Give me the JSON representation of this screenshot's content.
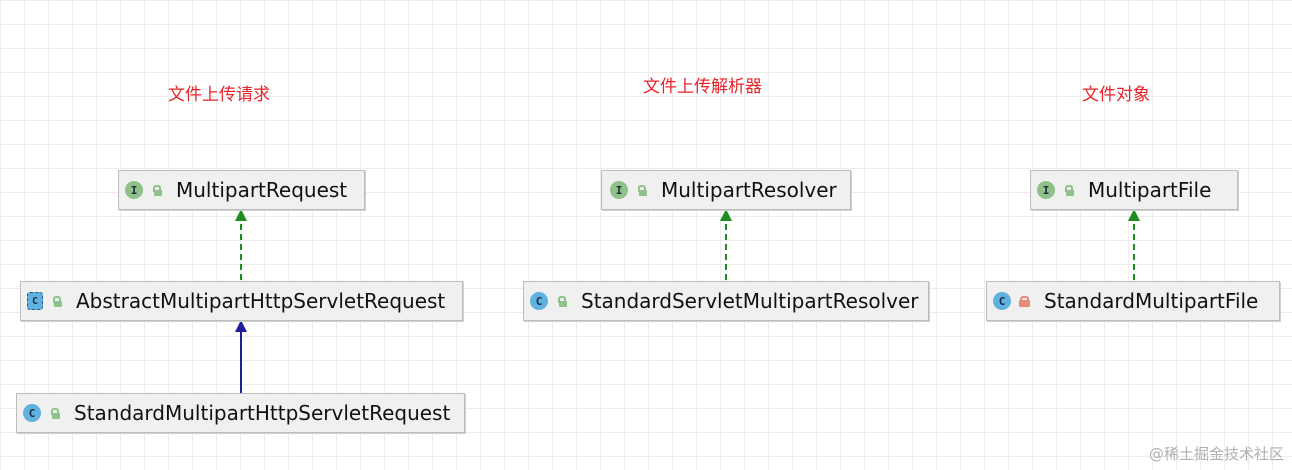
{
  "captions": {
    "request": "文件上传请求",
    "resolver": "文件上传解析器",
    "file": "文件对象"
  },
  "nodes": {
    "multipart_request": {
      "kind": "interface",
      "badge": "I",
      "visibility": "public",
      "label": "MultipartRequest"
    },
    "abstract_multipart_http_servlet_request": {
      "kind": "abstract-class",
      "badge": "C",
      "visibility": "public",
      "label": "AbstractMultipartHttpServletRequest"
    },
    "standard_multipart_http_servlet_request": {
      "kind": "class",
      "badge": "C",
      "visibility": "public",
      "label": "StandardMultipartHttpServletRequest"
    },
    "multipart_resolver": {
      "kind": "interface",
      "badge": "I",
      "visibility": "public",
      "label": "MultipartResolver"
    },
    "standard_servlet_multipart_resolver": {
      "kind": "class",
      "badge": "C",
      "visibility": "public",
      "label": "StandardServletMultipartResolver"
    },
    "multipart_file": {
      "kind": "interface",
      "badge": "I",
      "visibility": "public",
      "label": "MultipartFile"
    },
    "standard_multipart_file": {
      "kind": "class",
      "badge": "C",
      "visibility": "private",
      "label": "StandardMultipartFile"
    }
  },
  "edges": [
    {
      "from": "abstract_multipart_http_servlet_request",
      "to": "multipart_request",
      "type": "implements"
    },
    {
      "from": "standard_multipart_http_servlet_request",
      "to": "abstract_multipart_http_servlet_request",
      "type": "extends"
    },
    {
      "from": "standard_servlet_multipart_resolver",
      "to": "multipart_resolver",
      "type": "implements"
    },
    {
      "from": "standard_multipart_file",
      "to": "multipart_file",
      "type": "implements"
    }
  ],
  "colors": {
    "caption": "#e8242a",
    "implements": "#1e8c1e",
    "extends": "#1f1f99",
    "node_bg": "#f0f0f0"
  },
  "watermark": "@稀土掘金技术社区"
}
